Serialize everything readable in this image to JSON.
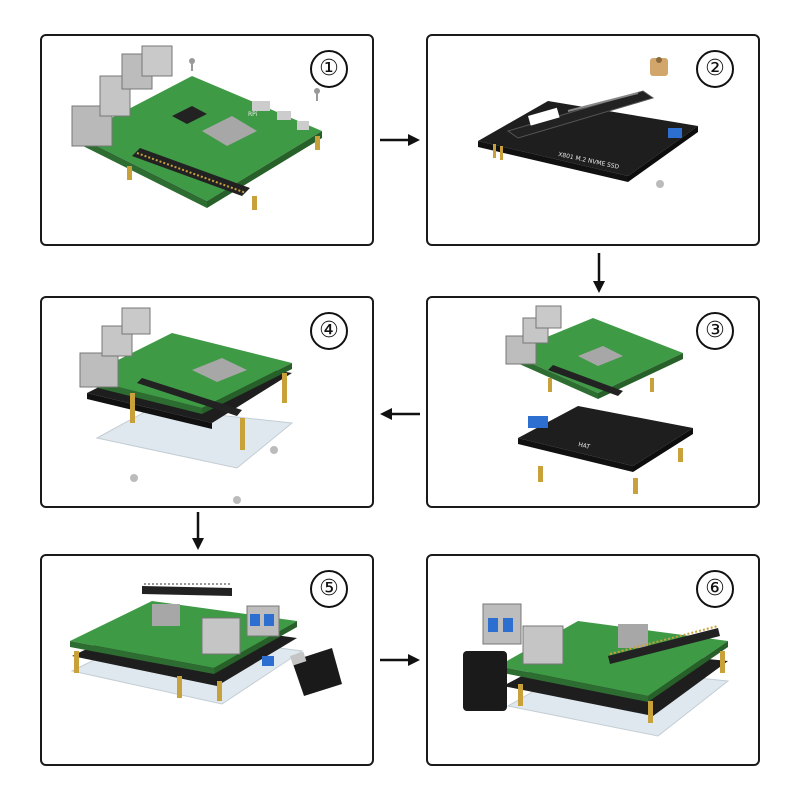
{
  "steps": [
    {
      "number": "①"
    },
    {
      "number": "②"
    },
    {
      "number": "③"
    },
    {
      "number": "④"
    },
    {
      "number": "⑤"
    },
    {
      "number": "⑥"
    }
  ],
  "board_silk": {
    "pi_logo": "RPi",
    "hat_text_a": "X801 M.2 NVME SSD",
    "hat_text_b": "HAT"
  },
  "colors": {
    "pi_pcb": "#3f9a46",
    "hat_pcb": "#1e1e1e",
    "connector_metal": "#b9b9b9",
    "usb_blue": "#2c6fd1",
    "gpio_gold": "#c9a13a",
    "acrylic": "#dfe8ee",
    "panel_border": "#1a1a1a"
  },
  "icons": {
    "arrow_right": "arrow-right-icon",
    "arrow_down": "arrow-down-icon",
    "arrow_left": "arrow-left-icon"
  }
}
